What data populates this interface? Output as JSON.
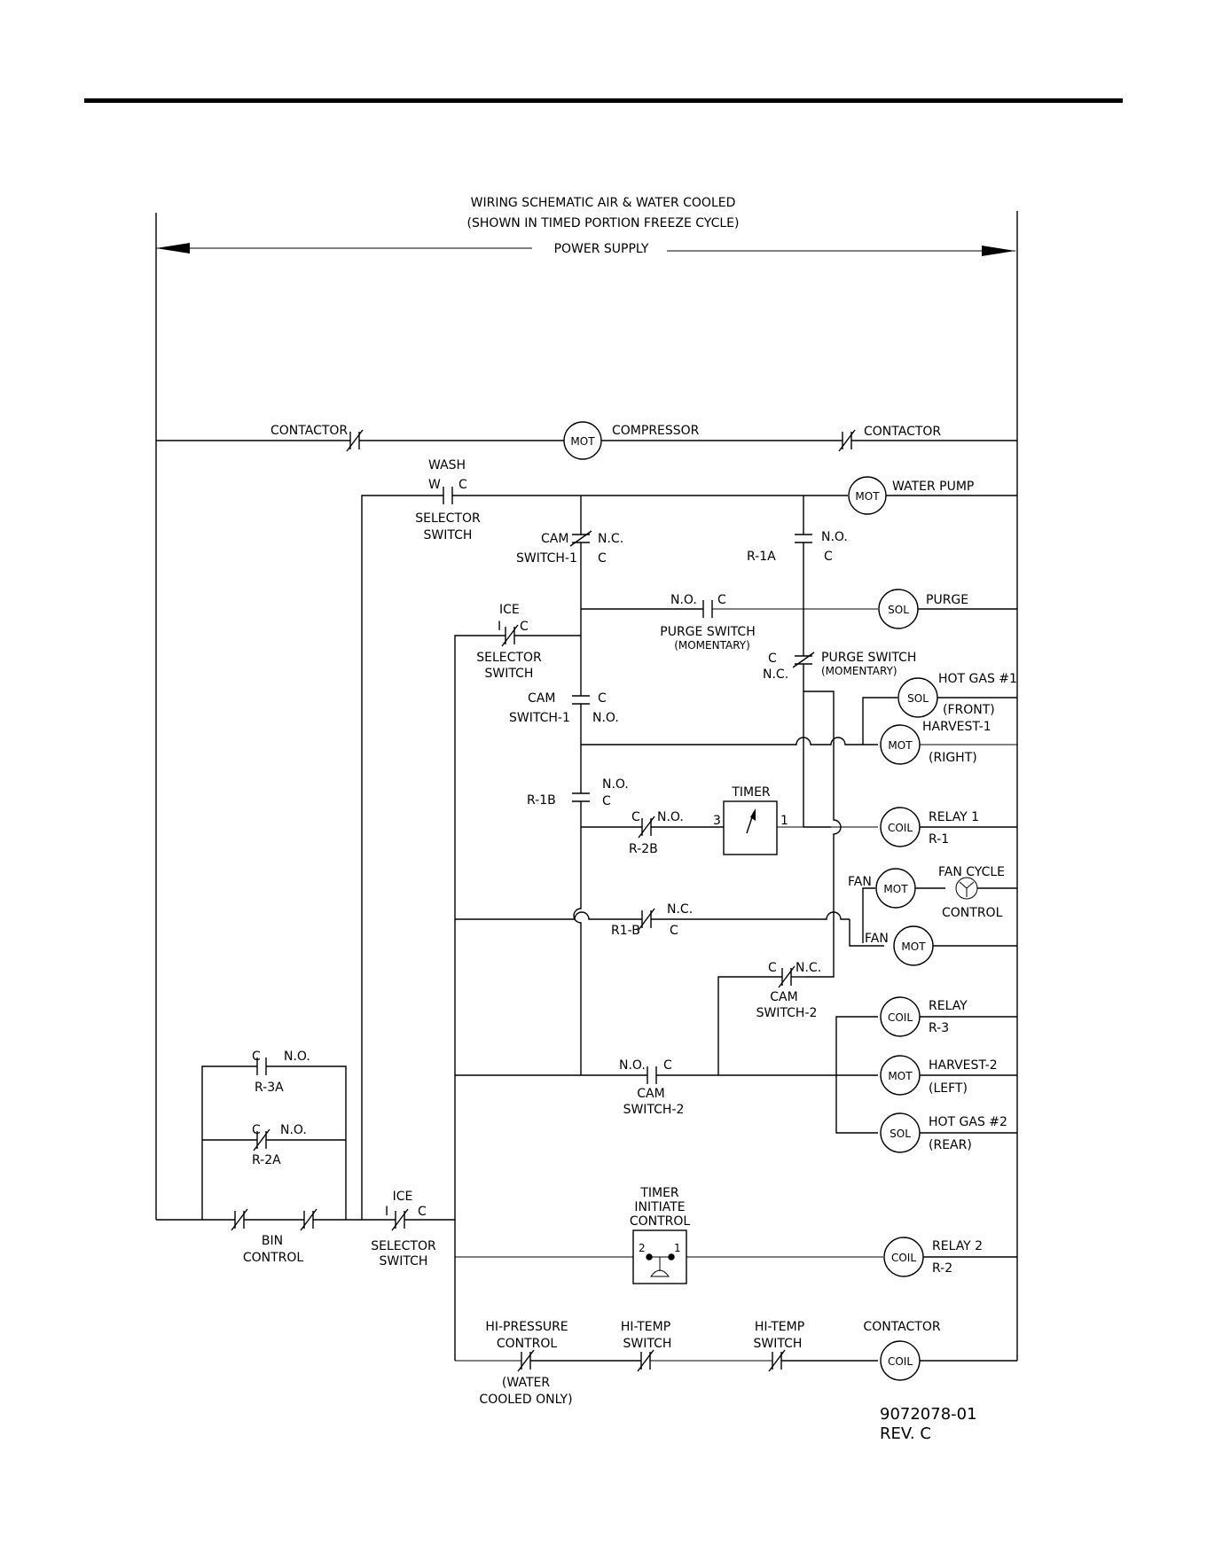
{
  "title": {
    "line1": "WIRING SCHEMATIC AIR & WATER COOLED",
    "line2": "(SHOWN IN TIMED PORTION FREEZE CYCLE)",
    "supply": "POWER SUPPLY"
  },
  "devices": {
    "mot": "MOT",
    "sol": "SOL",
    "coil": "COIL"
  },
  "loads": {
    "compressor": "COMPRESSOR",
    "water_pump": "WATER PUMP",
    "purge": "PURGE",
    "hot_gas1": "HOT GAS #1",
    "front": "(FRONT)",
    "harvest1": "HARVEST-1",
    "right": "(RIGHT)",
    "relay1": "RELAY 1",
    "r1": "R-1",
    "fan_cycle": "FAN CYCLE",
    "fan_control": "CONTROL",
    "fan": "FAN",
    "relay3": "RELAY",
    "r3": "R-3",
    "harvest2": "HARVEST-2",
    "left": "(LEFT)",
    "hot_gas2": "HOT GAS #2",
    "rear": "(REAR)",
    "relay2": "RELAY 2",
    "r2": "R-2",
    "contactor": "CONTACTOR"
  },
  "contacts": {
    "contactor": "CONTACTOR",
    "wash": "WASH",
    "w": "W",
    "c": "C",
    "i": "I",
    "selector": "SELECTOR",
    "switch": "SWITCH",
    "ice": "ICE",
    "cam": "CAM",
    "cam_switch1": "SWITCH-1",
    "cam_switch2": "SWITCH-2",
    "nc": "N.C.",
    "no": "N.O.",
    "r1a": "R-1A",
    "r1b": "R-1B",
    "r2b": "R-2B",
    "r1b_alt": "R1-B",
    "purge_switch": "PURGE SWITCH",
    "momentary": "(MOMENTARY)",
    "timer": "TIMER",
    "timer_t3": "3",
    "timer_t1": "1",
    "r3a": "R-3A",
    "r2a": "R-2A",
    "bin": "BIN",
    "control": "CONTROL",
    "timer_initiate1": "TIMER",
    "timer_initiate2": "INITIATE",
    "timer_initiate3": "CONTROL",
    "ti_t2": "2",
    "ti_t1": "1",
    "hi_pressure": "HI-PRESSURE",
    "water_cooled1": "(WATER",
    "water_cooled2": "COOLED ONLY)",
    "hi_temp": "HI-TEMP"
  },
  "drawing": {
    "number": "9072078-01",
    "rev": "REV. C"
  }
}
